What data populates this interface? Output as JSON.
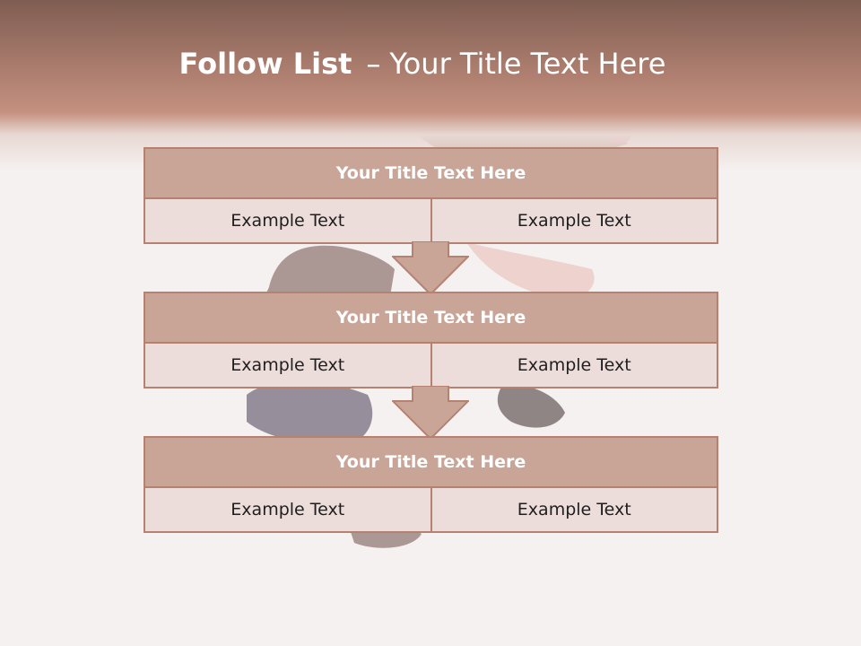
{
  "title": {
    "bold": "Follow List",
    "dash": "–",
    "rest": "Your Title Text Here"
  },
  "blocks": [
    {
      "title": "Your Title Text Here",
      "left": "Example Text",
      "right": "Example Text"
    },
    {
      "title": "Your Title Text Here",
      "left": "Example Text",
      "right": "Example Text"
    },
    {
      "title": "Your Title Text Here",
      "left": "Example Text",
      "right": "Example Text"
    }
  ],
  "colors": {
    "header_top": "#7f5d52",
    "title_fill": "#c9a597",
    "cell_fill": "#ecdcda",
    "border": "#b58272",
    "arrow_fill": "#c9a597"
  },
  "icons": {
    "arrow": "down-arrow-icon",
    "background": "dancer-silhouette-image"
  }
}
